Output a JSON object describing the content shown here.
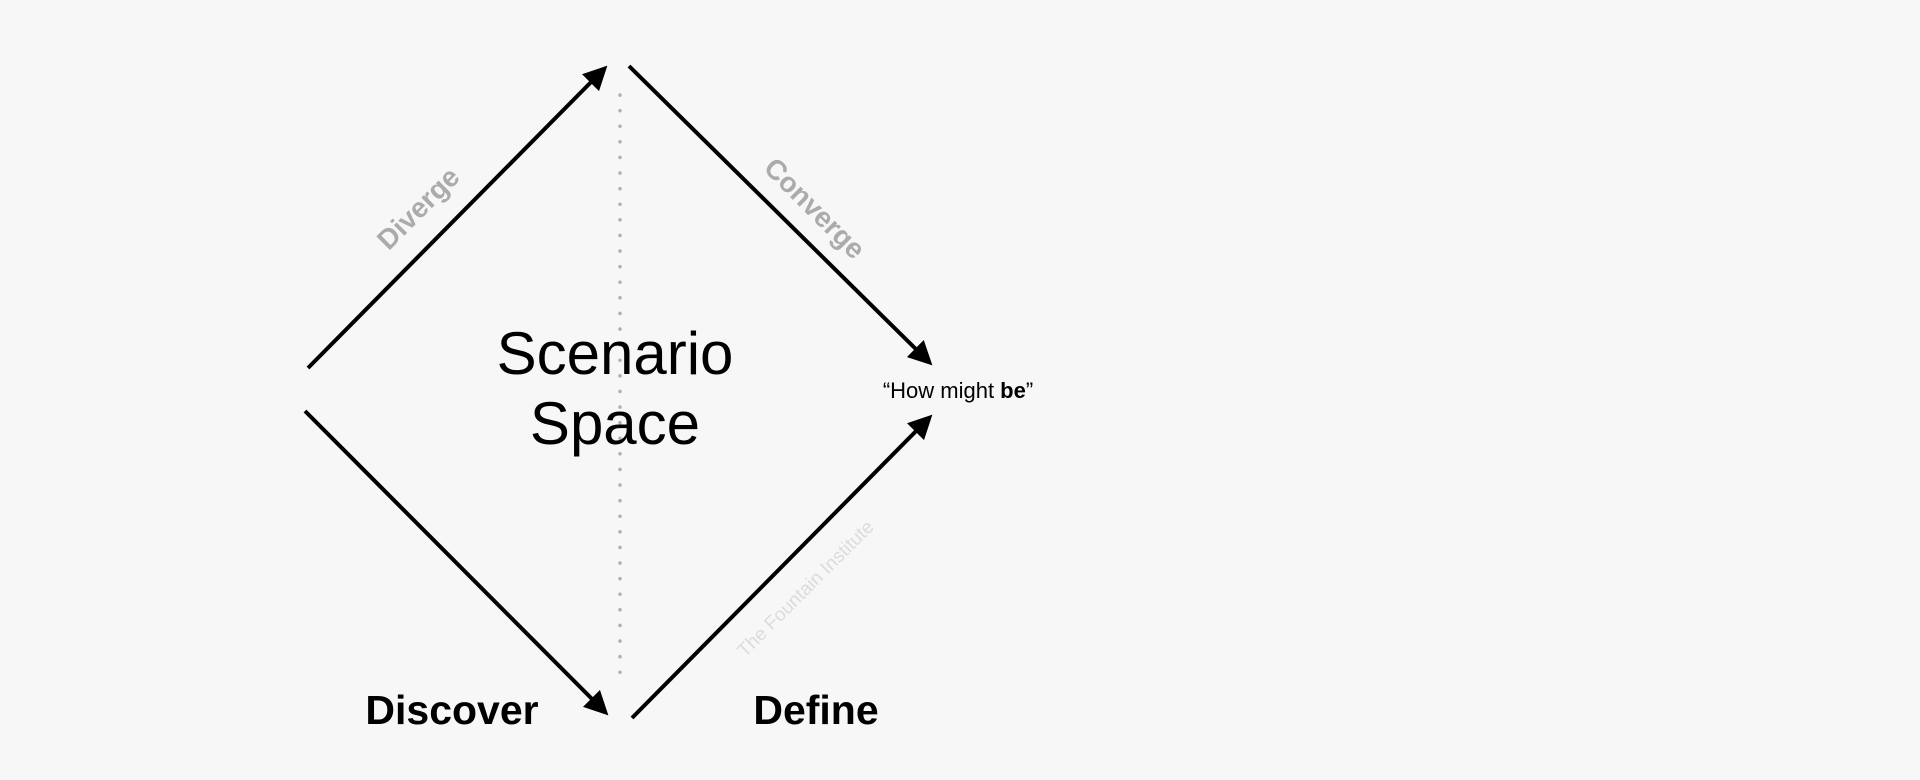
{
  "diagram": {
    "center_title": {
      "line1": "Scenario",
      "line2": "Space"
    },
    "edge_labels": {
      "diverge": "Diverge",
      "converge": "Converge",
      "watermark": "The Fountain Institute"
    },
    "outcome": {
      "prefix": "“How might ",
      "bold": "be",
      "suffix": "”"
    },
    "phases": {
      "left": "Discover",
      "right": "Define"
    },
    "colors": {
      "background": "#f7f7f7",
      "line": "#000000",
      "edge_label": "#ababab",
      "watermark": "#dcdcdc",
      "divider": "#b0b0b0"
    }
  }
}
